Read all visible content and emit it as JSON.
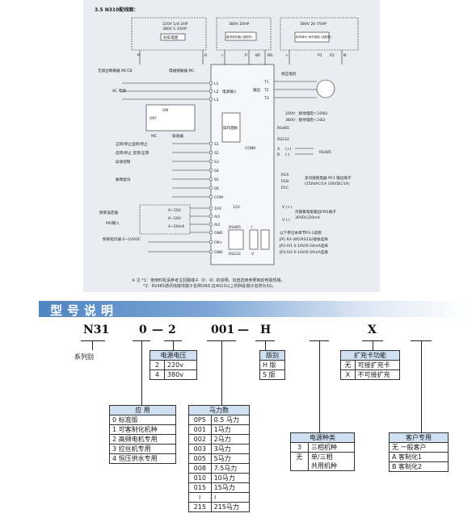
{
  "wiring": {
    "title": "3.5 N310配线图：",
    "top_boxes": [
      {
        "line1": "220V  1/4-3HP",
        "line2": "380V  1-15HP",
        "inner": "刹车电阻"
      },
      {
        "line1": "380V  20HP",
        "inner": "直流电抗器 (选配件)"
      },
      {
        "line1": "380V  20-75HP",
        "inner": "刹车单元 刹车电阻 (选配件)"
      }
    ],
    "top_pins": [
      "P",
      "R",
      "+",
      "P",
      "BP",
      "BR",
      "+",
      "-",
      "P1",
      "P2",
      "N"
    ],
    "breaker_label": "无熔丝断路器 MCCB",
    "contactor_label": "电磁接触器 MC",
    "ac_label": "AC 电源",
    "power_in": [
      "L1",
      "L2",
      "L3"
    ],
    "power_in_note": "电源输入",
    "motor_label": "感应电机",
    "power_out": [
      "T1",
      "T2",
      "T3"
    ],
    "power_out_note": "输出",
    "on_label": "ON",
    "off_label": "OFF",
    "mc_label": "MC",
    "surge_label": "吸收器",
    "cpu_label": "操作面板",
    "con6": "CON6",
    "ground_notes": [
      "200V：接地电阻＜100Ω",
      "380V：接地电阻＜10Ω"
    ],
    "rs485": "RS485",
    "rs232": "RS232",
    "rs485_pins": [
      "A",
      "B",
      "(+)",
      "(-)"
    ],
    "rs485_side": "RS485",
    "relay_pins": [
      "R1A",
      "R1B",
      "R1C"
    ],
    "relay_note": [
      "多功能继电器 RY1 输出端子",
      "(250VAC/1A (30VDC/1A)"
    ],
    "inputs": [
      {
        "label": "正转/停止运转/停止",
        "pin": "S1"
      },
      {
        "label": "反转/停止 反转/正转",
        "pin": "S2"
      },
      {
        "label": "段速控制",
        "pin": "S3"
      },
      {
        "label": "",
        "pin": "S4"
      },
      {
        "label": "故障复归",
        "pin": "S5"
      },
      {
        "label": "",
        "pin": "S6"
      },
      {
        "label": "",
        "pin": "COM"
      }
    ],
    "v12": "12V",
    "freq_label": "频率设定器",
    "pid_label": "PID输入",
    "analog_pins": [
      "10V",
      "AI1",
      "AI2",
      "GND"
    ],
    "analog_ranges": [
      "0~10V",
      "0~10V",
      "4~20mA"
    ],
    "output_pins": [
      "V (+)",
      "V (-)"
    ],
    "output_note": [
      "开路集电极输出FM1端子",
      "30VDC/20mA"
    ],
    "freq_meter": "频率指示器 0~10VDC",
    "fm_pins": [
      "FM+",
      "GND"
    ],
    "jumpers": [
      "以下参见本章节P3-1说明",
      "JP1:RS 485/RS232接收选择",
      "JP2:AI1 0-10V/0-20mA选择",
      "JP3:AI2 0-10V/0-20mA选择"
    ],
    "jp_labels": [
      "RS485",
      "RS232",
      "JP1",
      "JP2",
      "JP3",
      "I",
      "V"
    ],
    "notes": [
      "※ 注 *1：使用时机请参考主回路端子（P、R）的说明，加值选用参照制动电阻规格。",
      "*2：RS485通讯线接地端子名称GND,在4010以上机种此端子名称为SG。"
    ]
  },
  "model": {
    "section_title": "型号说明",
    "code_parts": [
      "N31",
      "0",
      "—",
      "2",
      "001",
      "—",
      "H",
      "X"
    ],
    "series_label": "系列别",
    "voltage_table": {
      "header": "电源电压",
      "rows": [
        [
          "2",
          "220v"
        ],
        [
          "4",
          "380v"
        ]
      ]
    },
    "version_table": {
      "header": "版别",
      "rows": [
        [
          "H 版"
        ],
        [
          "S 版"
        ]
      ]
    },
    "expansion_table": {
      "header": "扩充卡功能",
      "rows": [
        [
          "无",
          "可接扩充卡"
        ],
        [
          "X",
          "不可接扩充"
        ]
      ]
    },
    "application_table": {
      "header": "应  用",
      "rows": [
        [
          "0 标准版"
        ],
        [
          "1 可客制化机种"
        ],
        [
          "2 高频电机专用"
        ],
        [
          "3 拉丝机专用"
        ],
        [
          "4 恒压供水专用"
        ]
      ]
    },
    "power_table": {
      "header": "马力数",
      "rows": [
        [
          "0P5",
          "0.5 马力"
        ],
        [
          "001",
          "1马力"
        ],
        [
          "002",
          "2马力"
        ],
        [
          "003",
          "3马力"
        ],
        [
          "005",
          "5马力"
        ],
        [
          "008",
          "7.5马力"
        ],
        [
          "010",
          "10马力"
        ],
        [
          "015",
          "15马力"
        ],
        [
          "≀",
          "≀"
        ],
        [
          "215",
          "215马力"
        ]
      ]
    },
    "phase_table": {
      "header": "电源种类",
      "rows": [
        [
          "3",
          "三相机种"
        ],
        [
          "无",
          "单/三相"
        ],
        [
          "",
          "共用机种"
        ]
      ]
    },
    "customer_table": {
      "header": "客户专用",
      "rows": [
        [
          "无  一般客户"
        ],
        [
          "A    客制化1"
        ],
        [
          "B    客制化2"
        ]
      ]
    }
  }
}
